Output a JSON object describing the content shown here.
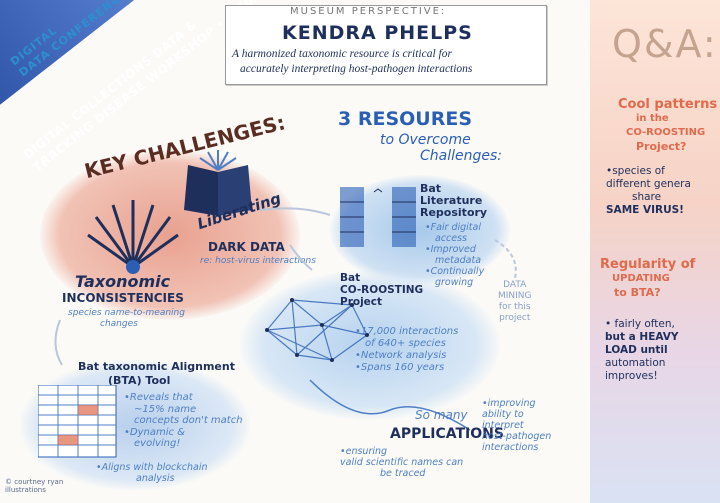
{
  "banner": {
    "line1": "DIGITAL",
    "line2": "DATA CONFERENCE",
    "line3": "DIGITAL COLLECTIONS DATA &",
    "line4": "TRACKING DISEASE WORKSHOP • 5/30/24"
  },
  "header": {
    "eyebrow": "MUSEUM PERSPECTIVE:",
    "speaker": "KENDRA PHELPS",
    "tagline1": "A harmonized taxonomic resource is critical for",
    "tagline2": "accurately interpreting host-pathogen interactions"
  },
  "challenges": {
    "title": "KEY CHALLENGES:",
    "taxonomic": "Taxonomic",
    "inconsistencies": "INCONSISTENCIES",
    "taxonomic_note1": "species name-to-meaning",
    "taxonomic_note2": "changes",
    "liberating": "Liberating",
    "dark_data": "DARK DATA",
    "dark_note": "re: host-virus interactions"
  },
  "resources": {
    "title1": "3 RESOURES",
    "title2": "to Overcome",
    "title3": "Challenges:",
    "repo_title1": "Bat",
    "repo_title2": "Literature",
    "repo_title3": "Repository",
    "repo_b1": "•Fair digital",
    "repo_b1b": "access",
    "repo_b2": "•Improved",
    "repo_b2b": "metadata",
    "repo_b3": "•Continually",
    "repo_b3b": "growing",
    "mining1": "DATA",
    "mining2": "MINING",
    "mining3": "for this",
    "mining4": "project",
    "roost_title1": "Bat",
    "roost_title2": "CO-ROOSTING",
    "roost_title3": "Project",
    "roost_b1": "•17,000 interactions",
    "roost_b1b": "of 640+ species",
    "roost_b2": "•Network analysis",
    "roost_b3": "•Spans 160 years",
    "bta_title1": "Bat taxonomic Alignment",
    "bta_title2": "(BTA) Tool",
    "bta_b1": "•Reveals that",
    "bta_b1b": "~15% name",
    "bta_b1c": "concepts don't match",
    "bta_b2": "•Dynamic &",
    "bta_b2b": "evolving!",
    "bta_b3": "•Aligns with blockchain",
    "bta_b3b": "analysis"
  },
  "applications": {
    "so_many": "So many",
    "title": "APPLICATIONS",
    "app1a": "•ensuring",
    "app1b": "valid scientific names can",
    "app1c": "be traced",
    "app2a": "•improving",
    "app2b": "ability to",
    "app2c": "interpret",
    "app2d": "host-pathogen",
    "app2e": "interactions"
  },
  "qa": {
    "title": "Q&A:",
    "q1a": "Cool patterns",
    "q1b": "in the",
    "q1c": "CO-ROOSTING",
    "q1d": "Project?",
    "a1a": "•species of",
    "a1b": "different genera",
    "a1c": "share",
    "a1d": "SAME VIRUS!",
    "q2a": "Regularity of",
    "q2b": "UPDATING",
    "q2c": "to BTA?",
    "a2a": "• fairly often,",
    "a2b": "but a HEAVY",
    "a2c": "LOAD until",
    "a2d": "automation",
    "a2e": "improves!"
  },
  "credit": {
    "line1": "© courtney ryan",
    "line2": "illustrations"
  },
  "colors": {
    "navy": "#1f2f5c",
    "blue": "#2a5fb5",
    "coral": "#e06a4c",
    "brown": "#5a2d22"
  }
}
